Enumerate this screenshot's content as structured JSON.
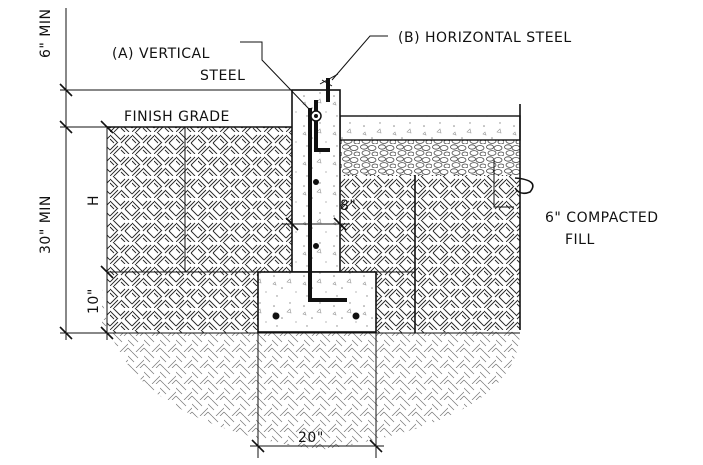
{
  "labels": {
    "six_min": "6\" MIN",
    "vertical_steel_1": "(A) VERTICAL",
    "vertical_steel_2": "STEEL",
    "horizontal_steel": "(B) HORIZONTAL STEEL",
    "finish_grade": "FINISH GRADE",
    "thirty_min": "30\" MIN",
    "h": "H",
    "ten": "10\"",
    "eight": "8\"",
    "compacted_1": "6\" COMPACTED",
    "compacted_2": "FILL",
    "twenty": "20\""
  }
}
